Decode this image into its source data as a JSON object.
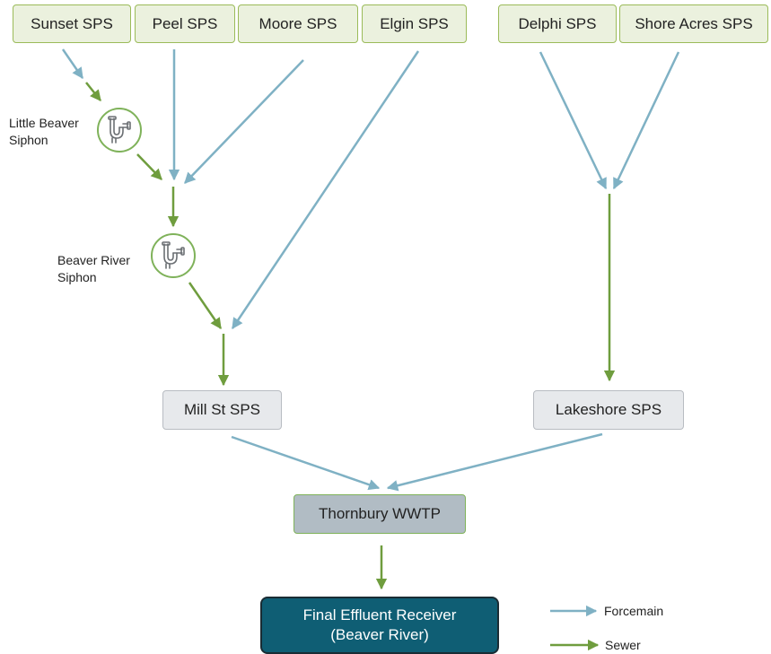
{
  "pumping_stations_top": {
    "sunset": "Sunset SPS",
    "peel": "Peel SPS",
    "moore": "Moore SPS",
    "elgin": "Elgin SPS",
    "delphi": "Delphi SPS",
    "shore_acres": "Shore Acres SPS"
  },
  "siphons": {
    "little_beaver": {
      "line1": "Little Beaver",
      "line2": "Siphon"
    },
    "beaver_river": {
      "line1": "Beaver River",
      "line2": "Siphon"
    }
  },
  "intermediate_stations": {
    "mill_st": "Mill St SPS",
    "lakeshore": "Lakeshore SPS"
  },
  "treatment_plant": "Thornbury WWTP",
  "receiver": {
    "line1": "Final Effluent Receiver",
    "line2": "(Beaver River)"
  },
  "legend": {
    "forcemain": "Forcemain",
    "sewer": "Sewer"
  },
  "colors": {
    "forcemain": "#7fb1c4",
    "sewer": "#6f9d3e",
    "node_border": "#9bbb59",
    "receiver_fill": "#0f5e74"
  },
  "icons": {
    "siphon": "pipe-trap-icon"
  }
}
